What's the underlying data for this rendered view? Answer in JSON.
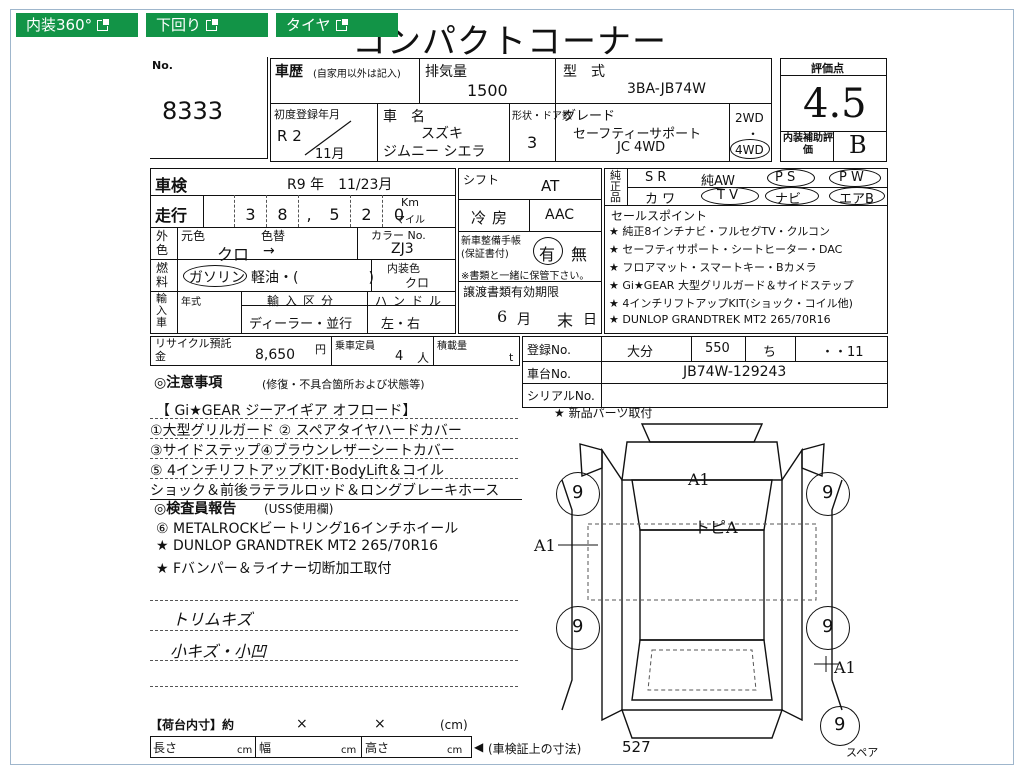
{
  "tabs": [
    "内装360°",
    "下回り",
    "タイヤ"
  ],
  "title": "コンパクトコーナー",
  "lot": {
    "label": "No.",
    "number": "8333"
  },
  "history": {
    "label": "車歴",
    "note": "(自家用以外は記入)"
  },
  "displacement": {
    "label": "排気量",
    "value": "1500"
  },
  "model": {
    "label": "型　式",
    "value": "3BA-JB74W"
  },
  "score": {
    "label": "評価点",
    "value": "4.5",
    "interior_label": "内装補助評価",
    "interior_value": "B"
  },
  "first_reg": {
    "label": "初度登録年月",
    "year": "R 2",
    "month": "11月"
  },
  "car_name": {
    "label": "車　名",
    "maker": "スズキ",
    "name": "ジムニー シエラ"
  },
  "doors": {
    "label": "形状・ドア数",
    "value": "3"
  },
  "grade": {
    "label": "グレード",
    "line1": "セーフティーサポート",
    "line2": "JC 4WD"
  },
  "drive": {
    "option1": "2WD",
    "dot": "・",
    "option2": "4WD"
  },
  "inspection": {
    "label": "車検",
    "value": "R9 年　11/23月"
  },
  "mileage": {
    "label": "走行",
    "digits": [
      "",
      "3",
      "8",
      ",",
      "5",
      "2",
      "0"
    ],
    "unit_top": "Km",
    "unit_bottom": "マイル"
  },
  "color": {
    "label": "外色",
    "original_label": "元色",
    "repaint_label": "色替",
    "value": "クロ",
    "arrow": "→",
    "code_label": "カラー No.",
    "code": "ZJ3"
  },
  "fuel": {
    "label": "燃料",
    "value": "ガソリン",
    "other": "軽油・(　　　　　)",
    "int_color_label": "内装色",
    "int_color": "クロ"
  },
  "import": {
    "label": "輸入車",
    "year_label": "年式",
    "kind_label": "輸入区分",
    "kind_value": "ディーラー・並行",
    "handle_label": "ハンドル",
    "handle_value": "左・右"
  },
  "shift": {
    "label": "シフト",
    "value": "AT"
  },
  "aircon": {
    "label": "冷房",
    "value": "AAC"
  },
  "manual": {
    "label": "新車整備手帳(保証書付)",
    "yes": "有",
    "no": "無",
    "note": "※書類と一緒に保管下さい。"
  },
  "transfer": {
    "label": "譲渡書類有効期限",
    "month": "6",
    "month_unit": "月",
    "day": "末",
    "day_unit": "日"
  },
  "equip": {
    "label": "純正品",
    "items": [
      "S R",
      "純AW",
      "P S",
      "P W",
      "カ ワ",
      "T V",
      "ナビ",
      "エアB"
    ]
  },
  "sales": {
    "label": "セールスポイント",
    "items": [
      "★ 純正8インチナビ・フルセグTV・クルコン",
      "★ セーフティサポート・シートヒーター・DAC",
      "★ フロアマット・スマートキー・Bカメラ",
      "★ Gi★GEAR 大型グリルガード＆サイドステップ",
      "★ 4インチリフトアップKIT(ショック・コイル他)",
      "★ DUNLOP GRANDTREK MT2 265/70R16"
    ]
  },
  "recycle": {
    "label": "リサイクル預託金",
    "value": "8,650",
    "unit": "円",
    "capacity_label": "乗車定員",
    "capacity": "4",
    "capacity_unit": "人",
    "load_label": "積載量",
    "load_unit": "t"
  },
  "registration": {
    "label": "登録No.",
    "parts": [
      "大分",
      "550",
      "ち",
      "・・11"
    ]
  },
  "chassis": {
    "label": "車台No.",
    "value": "JB74W-129243"
  },
  "serial": {
    "label": "シリアルNo."
  },
  "notes": {
    "header": "◎注意事項",
    "header_note": "(修復・不具合箇所および状態等)",
    "lines": [
      "【 Gi★GEAR ジーアイギア オフロード】",
      "①大型グリルガード ② スペアタイヤハードカバー",
      "③サイドステップ④ブラウンレザーシートカバー",
      "⑤ 4インチリフトアップKIT･BodyLift＆コイル",
      "ショック＆前後ラテラルロッド＆ロングブレーキホース"
    ]
  },
  "inspector": {
    "header": "◎検査員報告",
    "header_note": "(USS使用欄)",
    "lines": [
      "⑥ METALROCKビートリング16インチホイール",
      "★ DUNLOP GRANDTREK MT2 265/70R16",
      "★ Fバンパー＆ライナー切断加工取付"
    ],
    "hand1": "トリムキズ",
    "hand2": "小キズ・小凹"
  },
  "new_parts": "★ 新品パーツ取付",
  "diagram": {
    "tires": [
      "9",
      "9",
      "9",
      "9"
    ],
    "spare": "9",
    "spare_label": "スペア",
    "marks": [
      "A1",
      "トピA",
      "A1",
      "A1"
    ]
  },
  "cargo": {
    "label": "【荷台内寸】約",
    "x1": "×",
    "x2": "×",
    "unit": "(cm)",
    "length": "長さ",
    "width": "幅",
    "height": "高さ",
    "cm": "cm",
    "cert_label": "(車検証上の寸法)",
    "cert_value": "527",
    "arrow": "◀"
  }
}
